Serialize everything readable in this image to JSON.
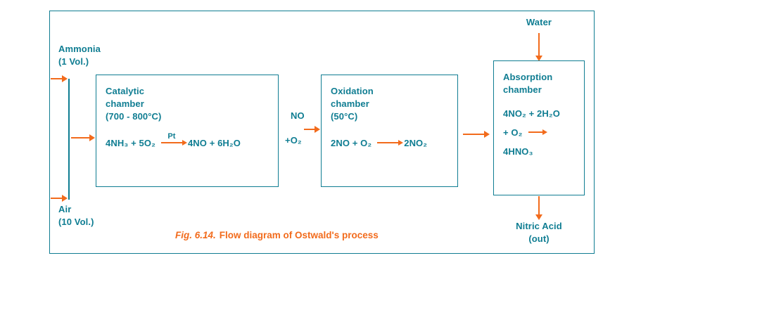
{
  "colors": {
    "teal": "#0f7d92",
    "orange": "#f26b1c"
  },
  "labels": {
    "water": "Water",
    "ammonia_line1": "Ammonia",
    "ammonia_line2": "(1 Vol.)",
    "air_line1": "Air",
    "air_line2": "(10 Vol.)",
    "nitric_line1": "Nitric Acid",
    "nitric_line2": "(out)"
  },
  "boxes": {
    "catalytic": {
      "title1": "Catalytic",
      "title2": "chamber",
      "temp": "(700 - 800°C)",
      "rx_left": "4NH₃ + 5O₂",
      "catalyst": "Pt",
      "rx_right": "4NO + 6H₂O"
    },
    "oxidation": {
      "title1": "Oxidation",
      "title2": "chamber",
      "temp": "(50°C)",
      "rx_left": "2NO + O₂",
      "rx_right": "2NO₂"
    },
    "absorption": {
      "title1": "Absorption",
      "title2": "chamber",
      "rx1": "4NO₂ + 2H₂O",
      "rx2_left": "+ O₂",
      "rx3": "4HNO₃"
    }
  },
  "connector": {
    "no_label": "NO",
    "o2_label": "+O₂"
  },
  "caption": {
    "fig": "Fig. 6.14.",
    "text": "Flow diagram of Ostwald's process"
  }
}
